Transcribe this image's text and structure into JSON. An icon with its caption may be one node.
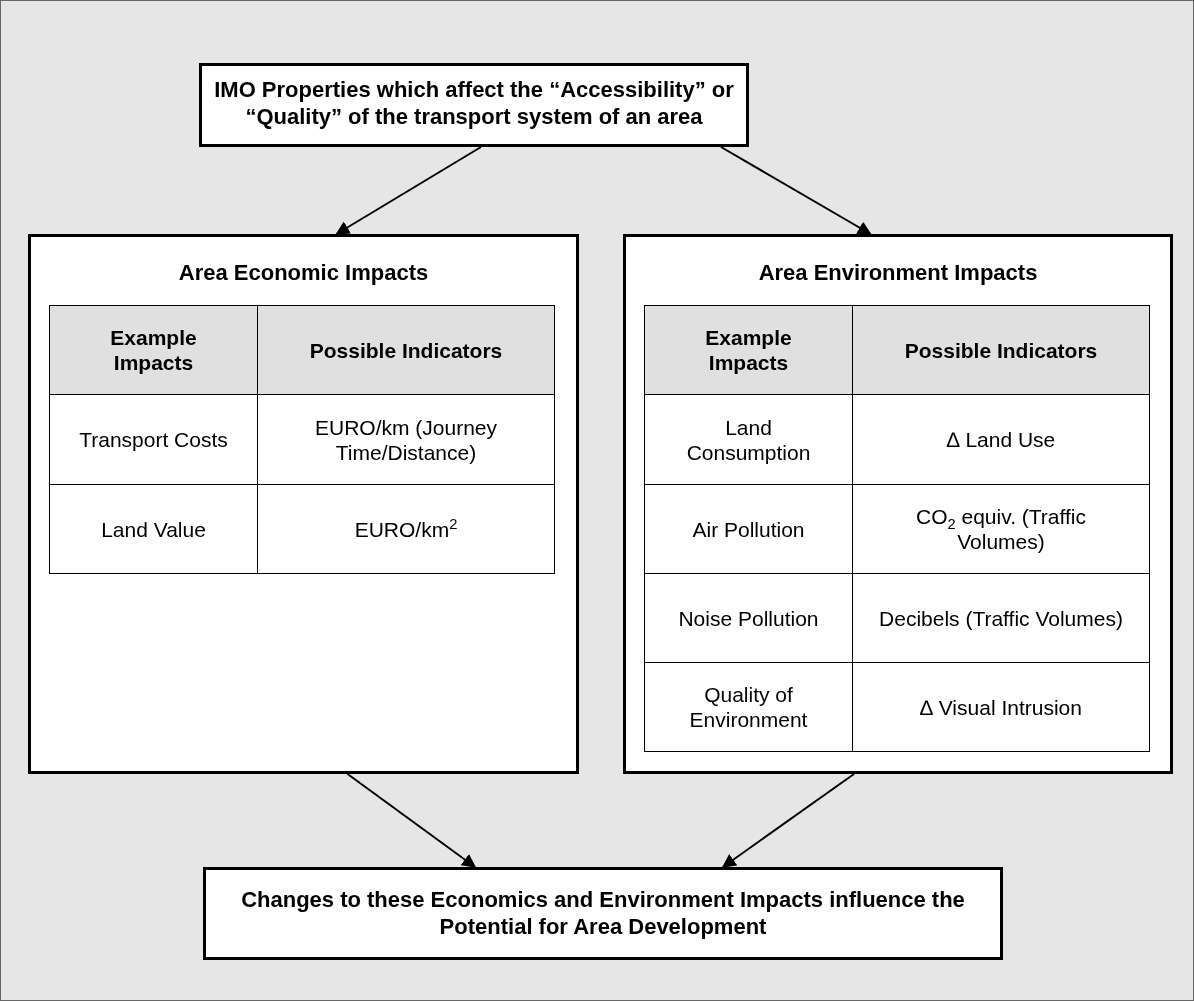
{
  "diagram": {
    "nodes": [
      {
        "text": [
          "IMO Properties which affect the “Accessibility” or “Quality” of the transport system of an area"
        ]
      },
      {
        "text": [
          "Area Economic Impacts"
        ]
      },
      {
        "text": [
          "Area Environment Impacts"
        ]
      },
      {
        "text": [
          "Changes to these Economics and Environment Impacts influence the Potential for Area Development"
        ]
      }
    ],
    "edges": [
      {
        "from": 0,
        "to": 1,
        "arrow": "to"
      },
      {
        "from": 0,
        "to": 2,
        "arrow": "to"
      },
      {
        "from": 1,
        "to": 3,
        "arrow": "to"
      },
      {
        "from": 2,
        "to": 3,
        "arrow": "to"
      }
    ],
    "labels": [
      "Example Impacts",
      "Possible Indicators",
      "Transport Costs",
      "EURO/km (Journey Time/Distance)",
      "Land Value",
      "EURO/km$^{2}$",
      "Example Impacts",
      "Possible Indicators",
      "Land Consumption",
      "∆ Land Use",
      "Air Pollution",
      "CO$_{2}$ equiv. (Traffic Volumes)",
      "Noise Pollution",
      "Decibels (Traffic Volumes)",
      "Quality of Environment",
      "∆ Visual Intrusion"
    ]
  }
}
